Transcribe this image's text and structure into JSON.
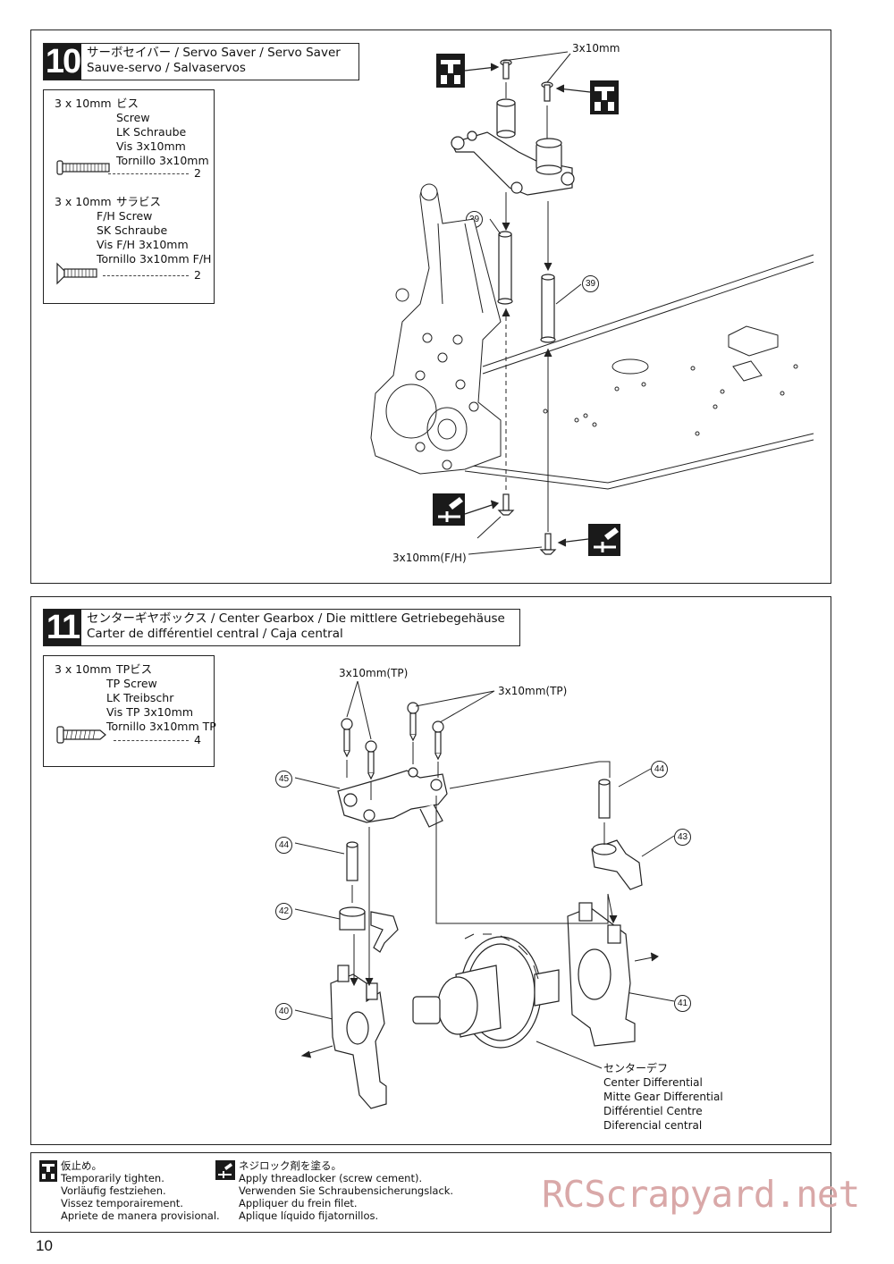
{
  "page_number": "10",
  "watermark": "RCScrapyard.net",
  "step10": {
    "number": "10",
    "title_line1": "サーボセイバー / Servo Saver / Servo Saver",
    "title_line2": "Sauve-servo / Salvaservos",
    "parts": [
      {
        "size": "3 x 10mm",
        "names": [
          "ビス",
          "Screw",
          "LK Schraube",
          "Vis 3x10mm",
          "Tornillo 3x10mm"
        ],
        "qty": "2"
      },
      {
        "size": "3 x 10mm",
        "names": [
          "サラビス",
          "F/H Screw",
          "SK Schraube",
          "Vis F/H 3x10mm",
          "Tornillo 3x10mm F/H"
        ],
        "qty": "2"
      }
    ],
    "label_top": "3x10mm",
    "label_bottom": "3x10mm(F/H)",
    "callouts": [
      "39",
      "39"
    ]
  },
  "step11": {
    "number": "11",
    "title_line1": "センターギヤボックス / Center Gearbox / Die mittlere Getriebegehäuse",
    "title_line2": "Carter de différentiel central / Caja central",
    "parts": [
      {
        "size": "3 x 10mm",
        "names": [
          "TPビス",
          "TP Screw",
          "LK Treibschr",
          "Vis TP 3x10mm",
          "Tornillo 3x10mm TP"
        ],
        "qty": "4"
      }
    ],
    "label_left": "3x10mm(TP)",
    "label_right": "3x10mm(TP)",
    "callouts": [
      "45",
      "44",
      "42",
      "40",
      "44",
      "43",
      "41"
    ],
    "diff_label": [
      "センターデフ",
      "Center Differential",
      "Mitte Gear Differential",
      "Différentiel Centre",
      "Diferencial central"
    ]
  },
  "legend": {
    "temp": [
      "仮止め。",
      "Temporarily tighten.",
      "Vorläufig festziehen.",
      "Vissez temporairement.",
      "Apriete de manera provisional."
    ],
    "thread": [
      "ネジロック剤を塗る。",
      "Apply threadlocker (screw cement).",
      "Verwenden Sie Schraubensicherungslack.",
      "Appliquer du frein filet.",
      "Aplique líquido fijatornillos."
    ]
  }
}
